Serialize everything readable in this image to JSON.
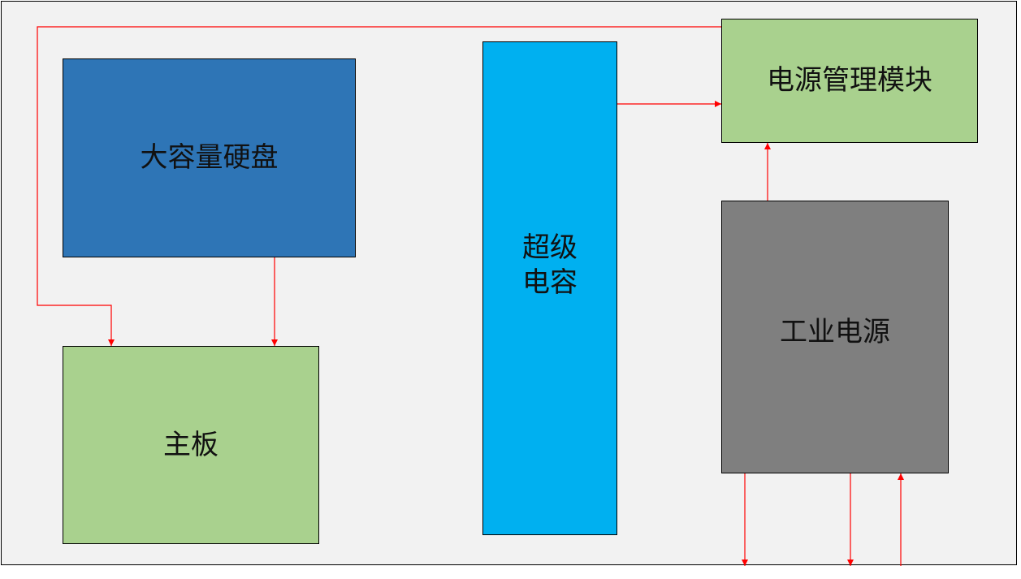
{
  "diagram": {
    "colors": {
      "hard_disk": "#2e75b6",
      "motherboard": "#a9d18e",
      "supercap": "#00b0f0",
      "power_mgmt": "#a9d18e",
      "industrial_psu": "#7f7f7f",
      "arrow": "#ff0000",
      "background": "#f2f2f2"
    },
    "blocks": {
      "hard_disk": "大容量硬盘",
      "motherboard": "主板",
      "supercap": "超级\n电容",
      "power_mgmt": "电源管理模块",
      "industrial_psu": "工业电源"
    }
  }
}
